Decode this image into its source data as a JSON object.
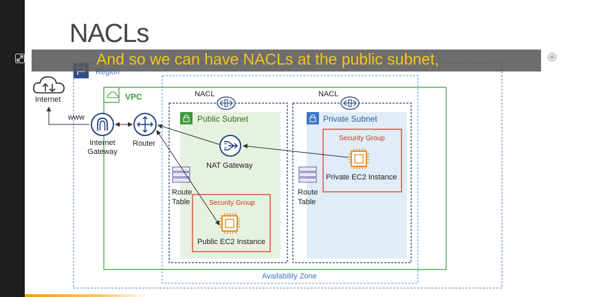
{
  "slide": {
    "title": "NACLs",
    "caption": "And so we can have NACLs at the public subnet,"
  },
  "diagram": {
    "internet_label": "Internet",
    "www_label": "www",
    "region_label": "Region",
    "vpc_label": "VPC",
    "availability_zone_label": "Availability Zone",
    "internet_gateway_label": "Internet\nGateway",
    "router_label": "Router",
    "nacl_public_label": "NACL",
    "nacl_private_label": "NACL",
    "public_subnet_label": "Public Subnet",
    "private_subnet_label": "Private Subnet",
    "nat_gateway_label": "NAT Gateway",
    "route_table_public_label": "Route\nTable",
    "route_table_private_label": "Route\nTable",
    "security_group_public_label": "Security Group",
    "security_group_private_label": "Security Group",
    "public_ec2_label": "Public EC2 Instance",
    "private_ec2_label": "Private EC2 Instance"
  },
  "colors": {
    "region_border": "#5a7da8",
    "vpc_border": "#3c9a3c",
    "az_border": "#5a8fd6",
    "public_subnet_fill": "#e6f2df",
    "private_subnet_fill": "#e0edf6",
    "security_group_border": "#d13212",
    "security_group_text": "#d13212",
    "az_text": "#3d76c8",
    "accent_blue": "#1a3a7a",
    "ec2_orange": "#e07b00"
  },
  "icons": [
    "expand-icon",
    "plus-icon",
    "cloud-icon",
    "internet-gateway-icon",
    "router-icon",
    "nacl-icon",
    "nat-gateway-icon",
    "ec2-icon",
    "route-table-icon",
    "lock-icon",
    "vpc-cloud-icon",
    "region-flag-icon"
  ]
}
